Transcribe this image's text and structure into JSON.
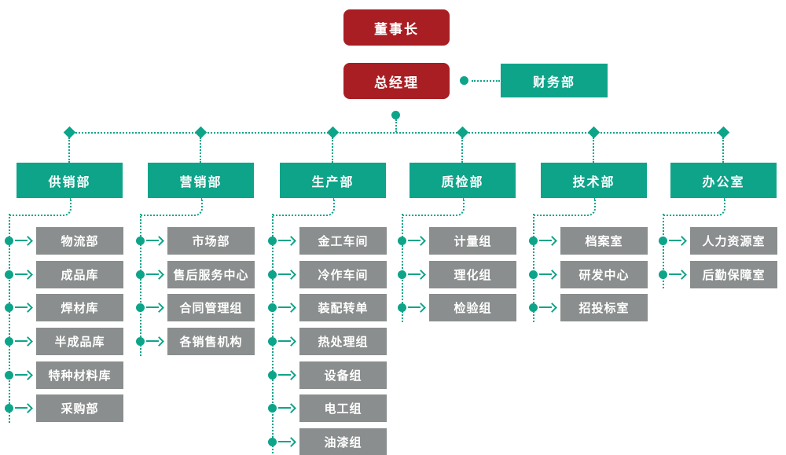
{
  "org": {
    "chairman": "董事长",
    "general_manager": "总经理",
    "finance": "财务部",
    "columns": [
      {
        "label": "供销部",
        "items": [
          "物流部",
          "成品库",
          "焊材库",
          "半成品库",
          "特种材料库",
          "采购部"
        ]
      },
      {
        "label": "营销部",
        "items": [
          "市场部",
          "售后服务中心",
          "合同管理组",
          "各销售机构"
        ]
      },
      {
        "label": "生产部",
        "items": [
          "金工车间",
          "冷作车间",
          "装配转单",
          "热处理组",
          "设备组",
          "电工组",
          "油漆组"
        ]
      },
      {
        "label": "质检部",
        "items": [
          "计量组",
          "理化组",
          "检验组"
        ]
      },
      {
        "label": "技术部",
        "items": [
          "档案室",
          "研发中心",
          "招投标室"
        ]
      },
      {
        "label": "办公室",
        "items": [
          "人力资源室",
          "后勤保障室"
        ]
      }
    ],
    "colors": {
      "executive_red": "#A81E23",
      "department_teal": "#0EA48A",
      "unit_gray": "#8B8E8E",
      "text": "#FFFFFF"
    }
  }
}
